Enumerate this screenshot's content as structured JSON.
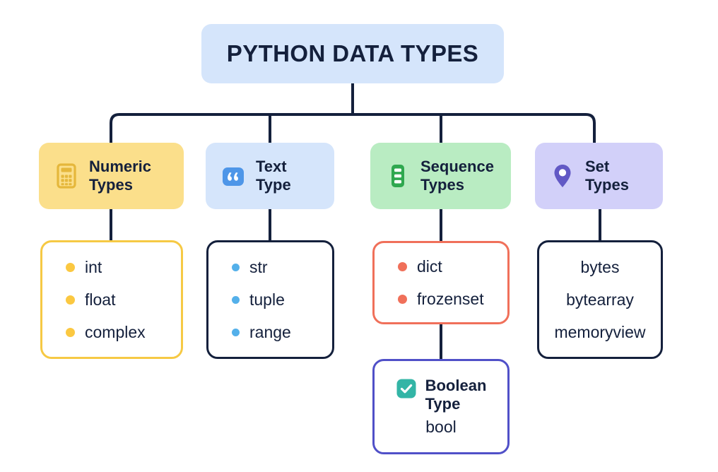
{
  "diagram": {
    "title": "PYTHON DATA TYPES",
    "colors": {
      "title_fill": "#d5e5fb",
      "connector": "#14203c",
      "numeric_fill": "#fbdf8b",
      "numeric_icon": "#e5b73b",
      "numeric_border": "#f6c944",
      "numeric_dot": "#fbc841",
      "text_fill": "#d5e5fb",
      "text_icon": "#4e96e8",
      "text_border": "#14203c",
      "text_dot": "#54b0ea",
      "sequence_fill": "#b9ecc2",
      "sequence_icon": "#2fa84f",
      "sequence_border": "#f0705a",
      "sequence_dot": "#f0705a",
      "set_fill": "#d2d0f9",
      "set_icon": "#6259c5",
      "set_border": "#14203c",
      "boolean_border": "#5050c8",
      "boolean_icon": "#33b5a6"
    },
    "categories": [
      {
        "id": "numeric",
        "label": "Numeric\nTypes",
        "icon": "calculator-icon",
        "items": [
          "int",
          "float",
          "complex"
        ],
        "bulleted": true
      },
      {
        "id": "text",
        "label": "Text\nType",
        "icon": "quote-icon",
        "items": [
          "str",
          "tuple",
          "range"
        ],
        "bulleted": true
      },
      {
        "id": "sequence",
        "label": "Sequence\nTypes",
        "icon": "list-icon",
        "items": [
          "dict",
          "frozenset"
        ],
        "bulleted": true
      },
      {
        "id": "set",
        "label": "Set\nTypes",
        "icon": "map-pin-icon",
        "items": [
          "bytes",
          "bytearray",
          "memoryview"
        ],
        "bulleted": false
      }
    ],
    "boolean": {
      "label": "Boolean\nType",
      "icon": "check-square-icon",
      "value": "bool"
    }
  }
}
